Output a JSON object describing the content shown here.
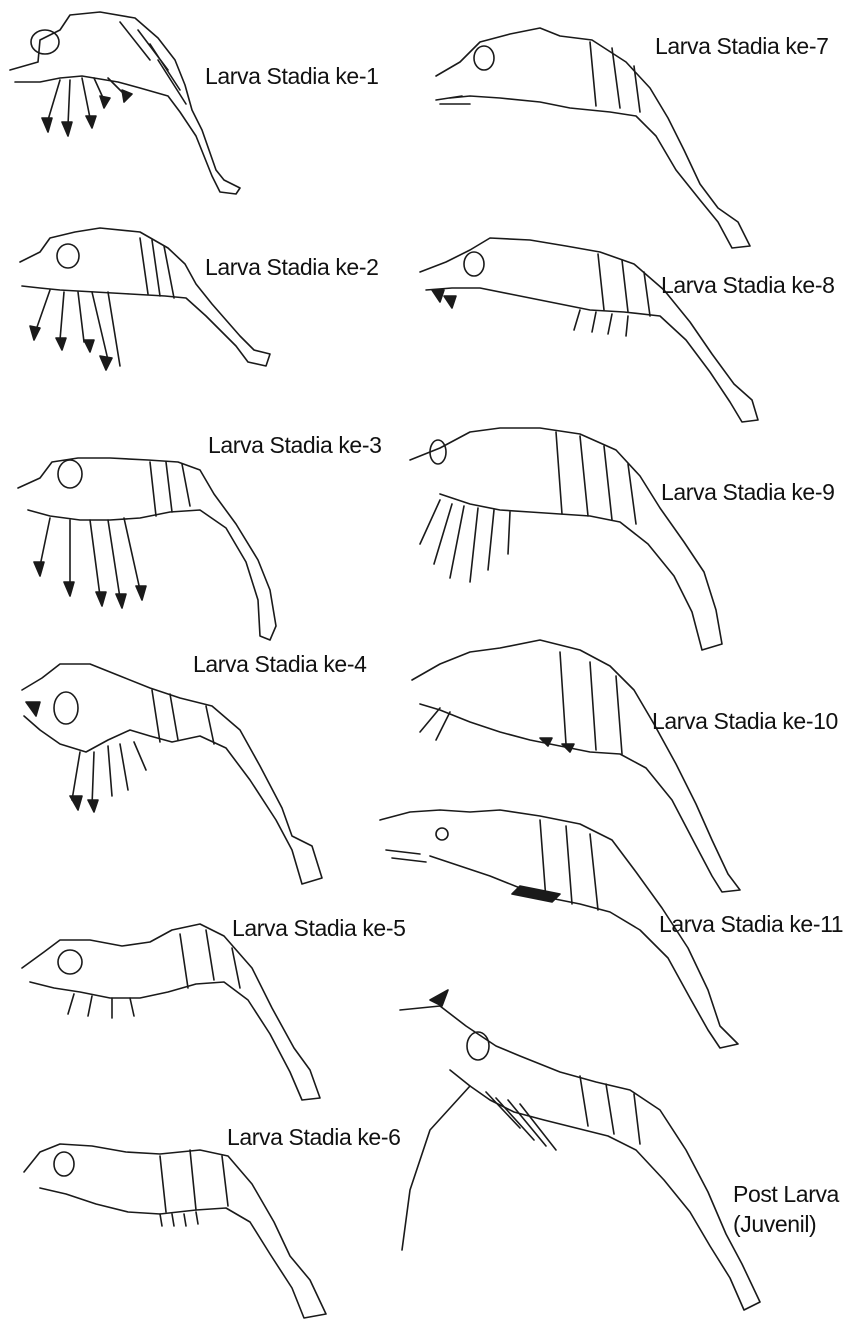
{
  "labels": {
    "s1": "Larva Stadia ke-1",
    "s2": "Larva Stadia ke-2",
    "s3": "Larva Stadia ke-3",
    "s4": "Larva Stadia ke-4",
    "s5": "Larva Stadia ke-5",
    "s6": "Larva Stadia ke-6",
    "s7": "Larva Stadia ke-7",
    "s8": "Larva Stadia ke-8",
    "s9": "Larva Stadia ke-9",
    "s10": "Larva Stadia ke-10",
    "s11": "Larva Stadia ke-11",
    "post_line1": "Post Larva",
    "post_line2": "(Juvenil)"
  }
}
